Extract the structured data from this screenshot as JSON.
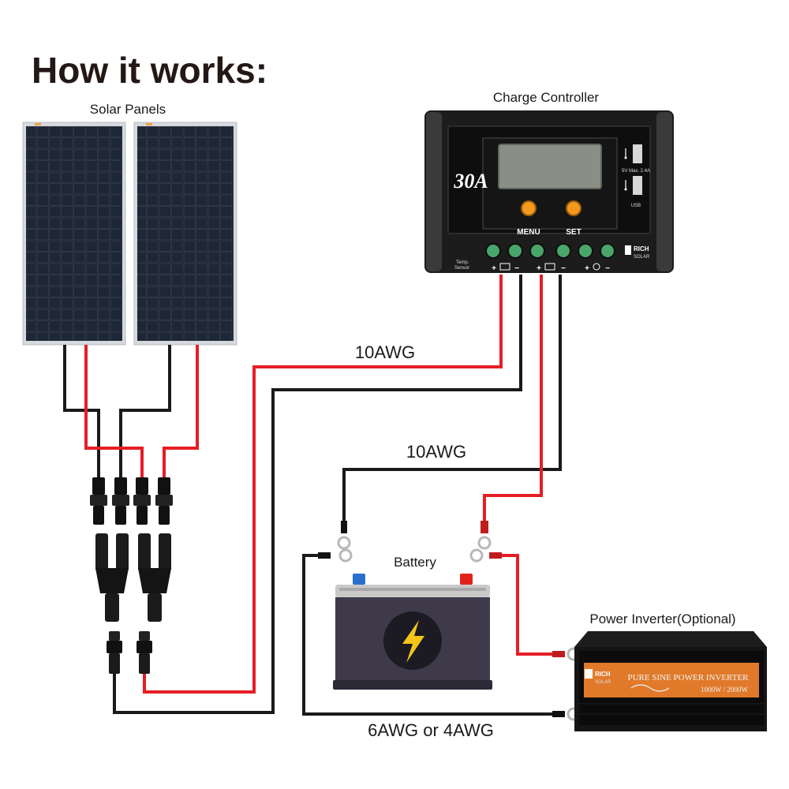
{
  "title": "How it works:",
  "labels": {
    "solar_panels": "Solar Panels",
    "charge_controller": "Charge Controller",
    "battery": "Battery",
    "inverter": "Power Inverter(Optional)"
  },
  "wire_gauges": {
    "panel_to_controller": "10AWG",
    "controller_to_battery": "10AWG",
    "battery_to_inverter": "6AWG or 4AWG"
  },
  "controller": {
    "rating": "30A",
    "menu_button": "MENU",
    "set_button": "SET",
    "usb_label": "USB",
    "usb_spec": "5V  Max. 2.4A",
    "brand_line1": "RICH",
    "brand_line2": "SOLAR",
    "temp_sensor_line1": "Temp.",
    "temp_sensor_line2": "Sensor"
  },
  "inverter": {
    "brand_line1": "RICH",
    "brand_line2": "SOLAR",
    "type": "PURE SINE POWER INVERTER",
    "rating": "1000W / 2000W"
  },
  "colors": {
    "positive_wire": "#e41e26",
    "negative_wire": "#1a1a1a",
    "controller_body": "#1c1c1c",
    "lcd": "#8a8f86",
    "button": "#f39a1e",
    "terminal": "#4aa56a",
    "battery_body": "#3e3a4a",
    "battery_lid": "#c9c9c9",
    "battery_positive": "#e2231a",
    "battery_negative": "#2a6fc9",
    "bolt": "#f5c518",
    "inverter_band": "#e07a2a"
  },
  "icons": [
    "lightning-bolt-icon",
    "solar-panel-icon",
    "battery-icon",
    "bulb-icon",
    "usb-icon"
  ]
}
